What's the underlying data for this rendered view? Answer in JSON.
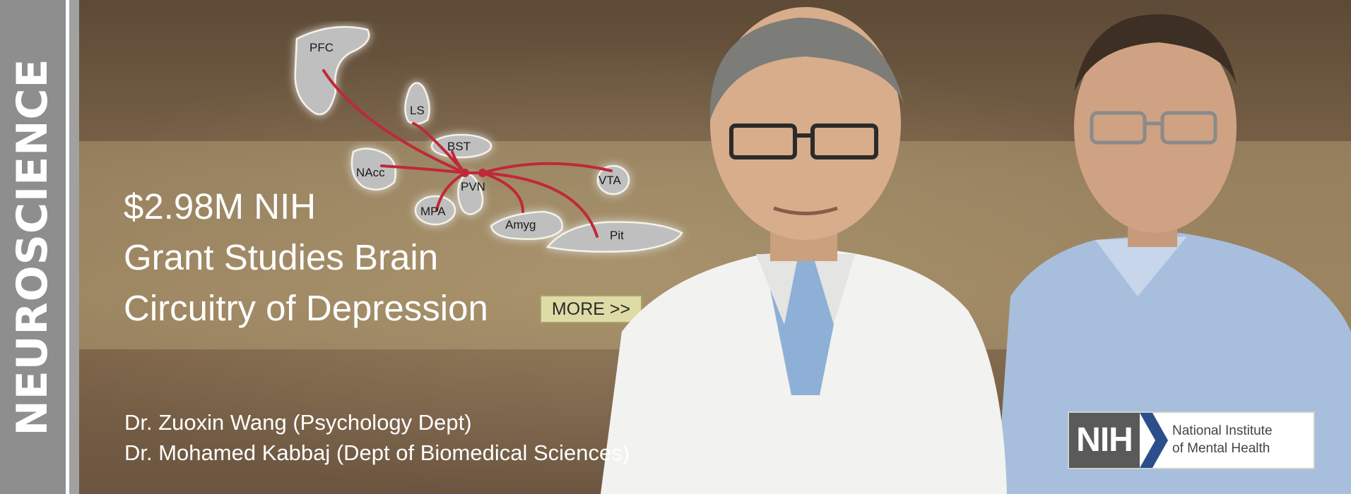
{
  "side_tab": {
    "label": "NEUROSCIENCE"
  },
  "headline": {
    "line1": "$2.98M NIH",
    "line2": "Grant Studies Brain",
    "line3": "Circuitry of Depression"
  },
  "more_button": {
    "label": "MORE >>"
  },
  "researchers": [
    "Dr. Zuoxin Wang (Psychology Dept)",
    "Dr. Mohamed Kabbaj (Dept of Biomedical Sciences)"
  ],
  "diagram": {
    "regions": [
      "PFC",
      "LS",
      "BST",
      "NAcc",
      "PVN",
      "VTA",
      "MPA",
      "Amyg",
      "Pit"
    ],
    "pathway_color": "#c0283a"
  },
  "logo": {
    "abbr": "NIH",
    "line1": "National Institute",
    "line2": "of Mental Health",
    "chevron_color": "#2a4f8a"
  }
}
